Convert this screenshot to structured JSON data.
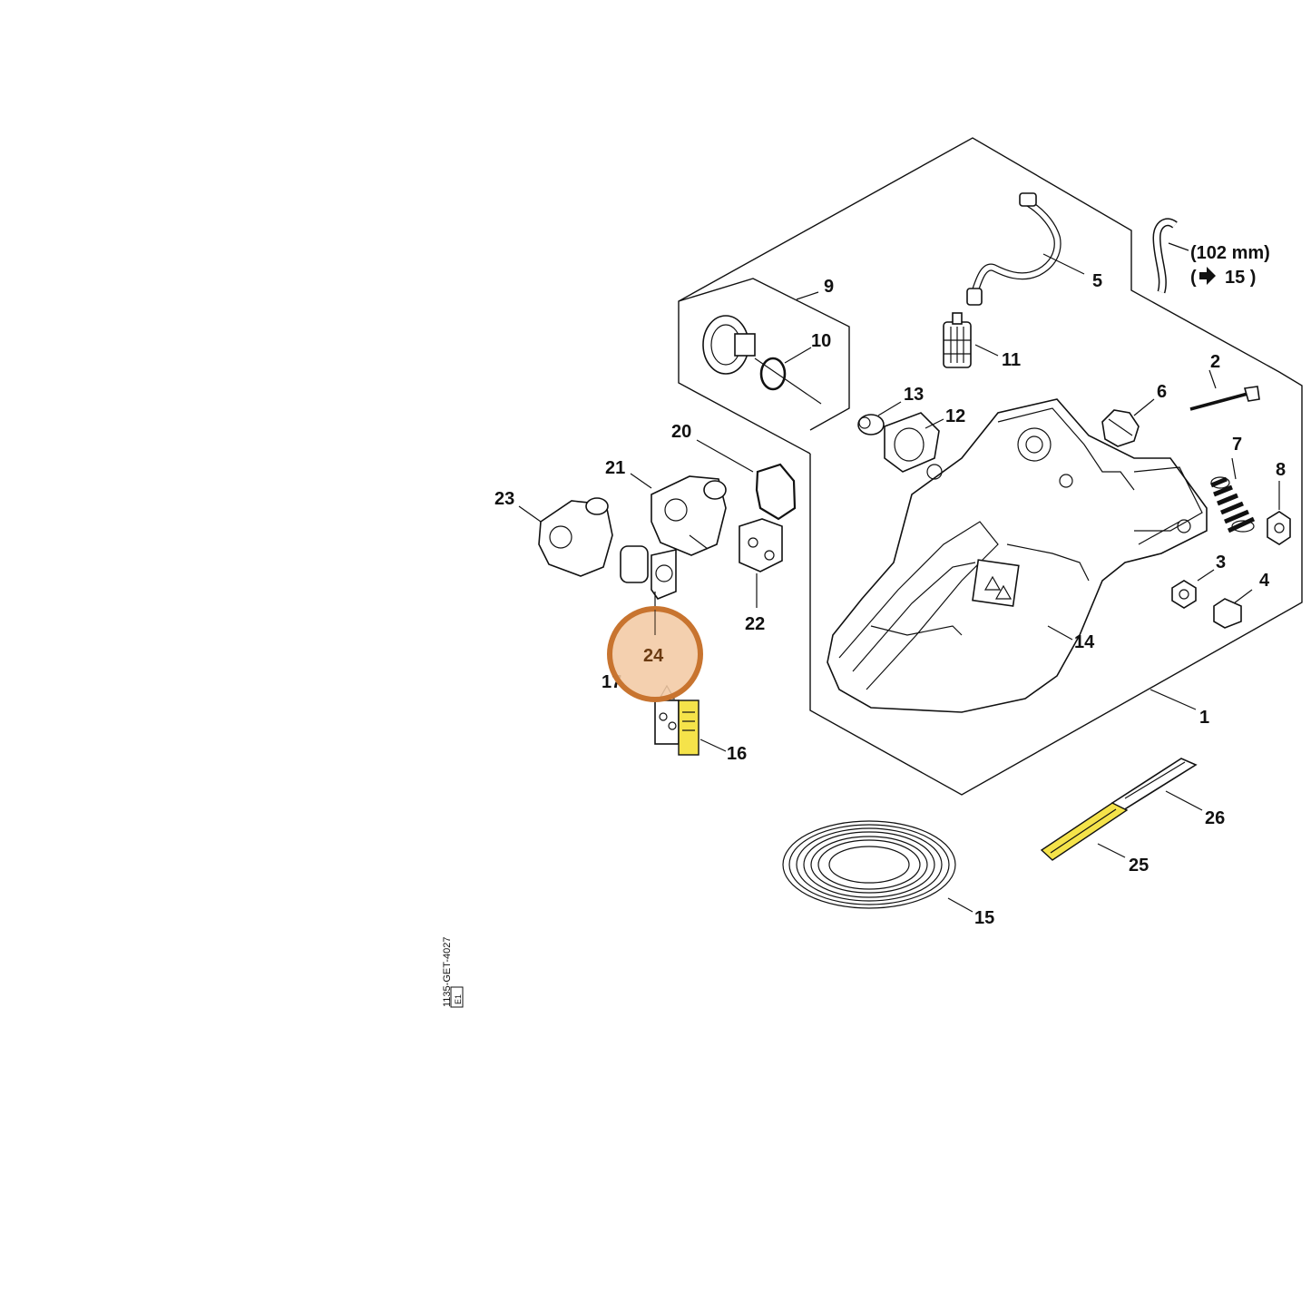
{
  "diagram": {
    "callouts": [
      {
        "id": "1",
        "text": "1"
      },
      {
        "id": "2",
        "text": "2"
      },
      {
        "id": "3",
        "text": "3"
      },
      {
        "id": "4",
        "text": "4"
      },
      {
        "id": "5",
        "text": "5"
      },
      {
        "id": "6",
        "text": "6"
      },
      {
        "id": "7",
        "text": "7"
      },
      {
        "id": "8",
        "text": "8"
      },
      {
        "id": "9",
        "text": "9"
      },
      {
        "id": "10",
        "text": "10"
      },
      {
        "id": "11",
        "text": "11"
      },
      {
        "id": "12",
        "text": "12"
      },
      {
        "id": "13",
        "text": "13"
      },
      {
        "id": "14",
        "text": "14"
      },
      {
        "id": "15",
        "text": "15"
      },
      {
        "id": "16",
        "text": "16"
      },
      {
        "id": "17",
        "text": "17"
      },
      {
        "id": "20",
        "text": "20"
      },
      {
        "id": "21",
        "text": "21"
      },
      {
        "id": "22",
        "text": "22"
      },
      {
        "id": "23",
        "text": "23"
      },
      {
        "id": "25",
        "text": "25"
      },
      {
        "id": "26",
        "text": "26"
      }
    ],
    "highlight": {
      "text": "24",
      "fill": "#f2c9a4",
      "stroke": "#c8742f"
    },
    "note_line1": "(102 mm)",
    "note_line2_ref": "15 )",
    "note_arrow_open": "(",
    "drawing_code": "1135-GET-4027",
    "drawing_tag": "E1",
    "colors": {
      "decal_yellow": "#f5e34a",
      "line": "#111111"
    }
  }
}
